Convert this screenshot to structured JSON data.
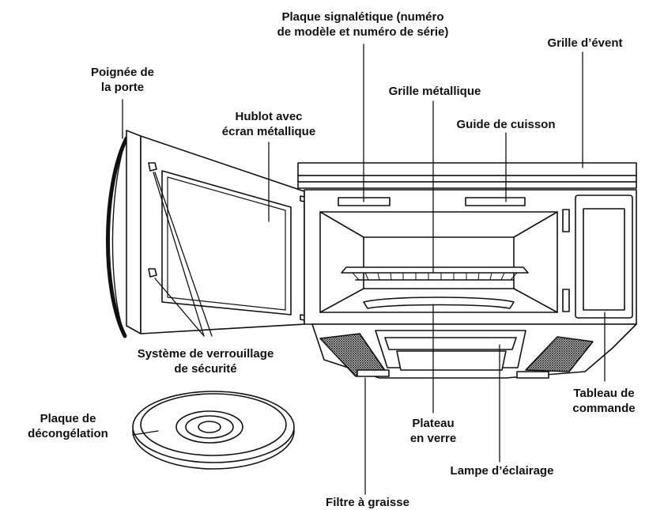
{
  "labels": {
    "nameplate_l1": "Plaque signalétique (numéro",
    "nameplate_l2": "de modèle et numéro de série)",
    "vent_grille": "Grille d’évent",
    "door_handle_l1": "Poignée de",
    "door_handle_l2": "la porte",
    "metal_rack": "Grille métallique",
    "window_l1": "Hublot avec",
    "window_l2": "écran métallique",
    "cooking_guide": "Guide de cuisson",
    "safety_lock_l1": "Système de verrouillage",
    "safety_lock_l2": "de sécurité",
    "defrost_plate_l1": "Plaque de",
    "defrost_plate_l2": "décongélation",
    "glass_tray_l1": "Plateau",
    "glass_tray_l2": "en verre",
    "control_panel_l1": "Tableau de",
    "control_panel_l2": "commande",
    "light": "Lampe d’éclairage",
    "grease_filter": "Filtre à graisse"
  },
  "colors": {
    "line": "#111111",
    "fill": "#ffffff",
    "filter_hatch": "#333333"
  }
}
